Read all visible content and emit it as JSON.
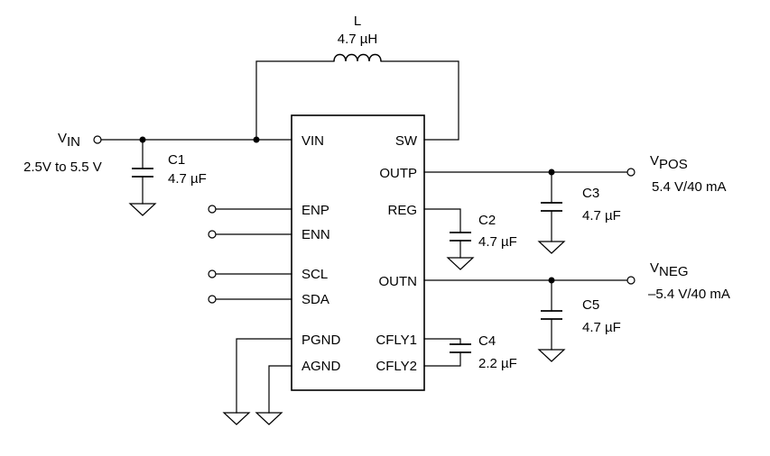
{
  "ic": {
    "pins": {
      "vin": "VIN",
      "sw": "SW",
      "outp": "OUTP",
      "reg": "REG",
      "enp": "ENP",
      "enn": "ENN",
      "scl": "SCL",
      "sda": "SDA",
      "outn": "OUTN",
      "pgnd": "PGND",
      "agnd": "AGND",
      "cfly1": "CFLY1",
      "cfly2": "CFLY2"
    }
  },
  "inductor": {
    "ref": "L",
    "value": "4.7 µH"
  },
  "capacitors": {
    "c1": {
      "ref": "C1",
      "value": "4.7 µF"
    },
    "c2": {
      "ref": "C2",
      "value": "4.7 µF"
    },
    "c3": {
      "ref": "C3",
      "value": "4.7 µF"
    },
    "c4": {
      "ref": "C4",
      "value": "2.2 µF"
    },
    "c5": {
      "ref": "C5",
      "value": "4.7 µF"
    }
  },
  "nets": {
    "vin": {
      "symbol": "V",
      "subscript": "IN",
      "spec": "2.5V to 5.5 V"
    },
    "vpos": {
      "symbol": "V",
      "subscript": "POS",
      "spec": "5.4 V/40 mA"
    },
    "vneg": {
      "symbol": "V",
      "subscript": "NEG",
      "spec": "–5.4 V/40 mA"
    }
  }
}
